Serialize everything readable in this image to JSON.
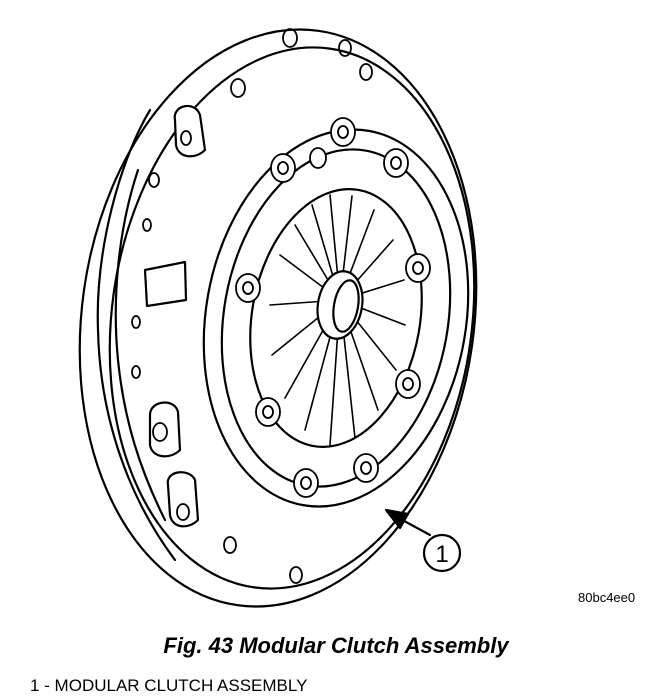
{
  "figure": {
    "image_code": "80bc4ee0",
    "caption": "Fig. 43 Modular Clutch Assembly",
    "callout_number": "1",
    "legend": [
      {
        "text": "1 - MODULAR CLUTCH ASSEMBLY"
      }
    ]
  }
}
